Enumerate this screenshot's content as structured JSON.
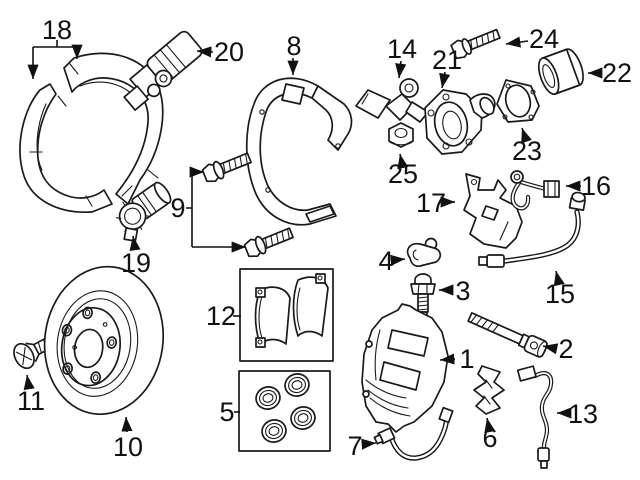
{
  "diagram_title": "brake-parts-exploded-diagram",
  "colors": {
    "background": "#ffffff",
    "line": "#1a1a1a",
    "label": "#111111"
  },
  "callouts": [
    {
      "num": "18",
      "part": "parking-brake-shoe-set"
    },
    {
      "num": "20",
      "part": "parking-brake-actuator"
    },
    {
      "num": "8",
      "part": "splash-shield"
    },
    {
      "num": "14",
      "part": "abs-speed-sensor"
    },
    {
      "num": "21",
      "part": "wheel-hub"
    },
    {
      "num": "24",
      "part": "hub-bolt"
    },
    {
      "num": "22",
      "part": "wheel-bearing"
    },
    {
      "num": "23",
      "part": "bearing-retainer-plate"
    },
    {
      "num": "25",
      "part": "sensor-nut"
    },
    {
      "num": "9",
      "part": "carrier-mounting-bolts"
    },
    {
      "num": "17",
      "part": "hose-bracket"
    },
    {
      "num": "16",
      "part": "hose-clip-line"
    },
    {
      "num": "15",
      "part": "brake-hose"
    },
    {
      "num": "4",
      "part": "bleeder-cap"
    },
    {
      "num": "3",
      "part": "bleeder-valve"
    },
    {
      "num": "2",
      "part": "caliper-guide-bolt"
    },
    {
      "num": "1",
      "part": "brake-caliper"
    },
    {
      "num": "6",
      "part": "pad-retaining-spring"
    },
    {
      "num": "13",
      "part": "pad-wear-sensor"
    },
    {
      "num": "7",
      "part": "brake-pipe"
    },
    {
      "num": "19",
      "part": "shoe-adjuster"
    },
    {
      "num": "11",
      "part": "disc-retaining-screw"
    },
    {
      "num": "10",
      "part": "brake-disc"
    },
    {
      "num": "12",
      "part": "brake-pad-set"
    },
    {
      "num": "5",
      "part": "caliper-seal-kit"
    }
  ]
}
